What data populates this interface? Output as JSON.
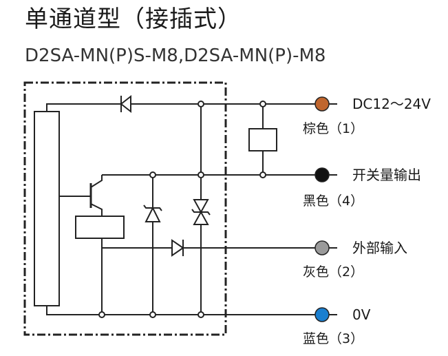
{
  "title": "单通道型（接插式）",
  "subtitle": "D2SA-MN(P)S-M8,D2SA-MN(P)-M8",
  "terminals": [
    {
      "signal": "DC12～24V",
      "wire": "棕色（1）",
      "color": "#c0662e"
    },
    {
      "signal": "开关量输出",
      "wire": "黑色（4）",
      "color": "#111111"
    },
    {
      "signal": "外部输入",
      "wire": "灰色（2）",
      "color": "#9a9a9a"
    },
    {
      "signal": "0V",
      "wire": "蓝色（3）",
      "color": "#1a7fd0"
    }
  ]
}
